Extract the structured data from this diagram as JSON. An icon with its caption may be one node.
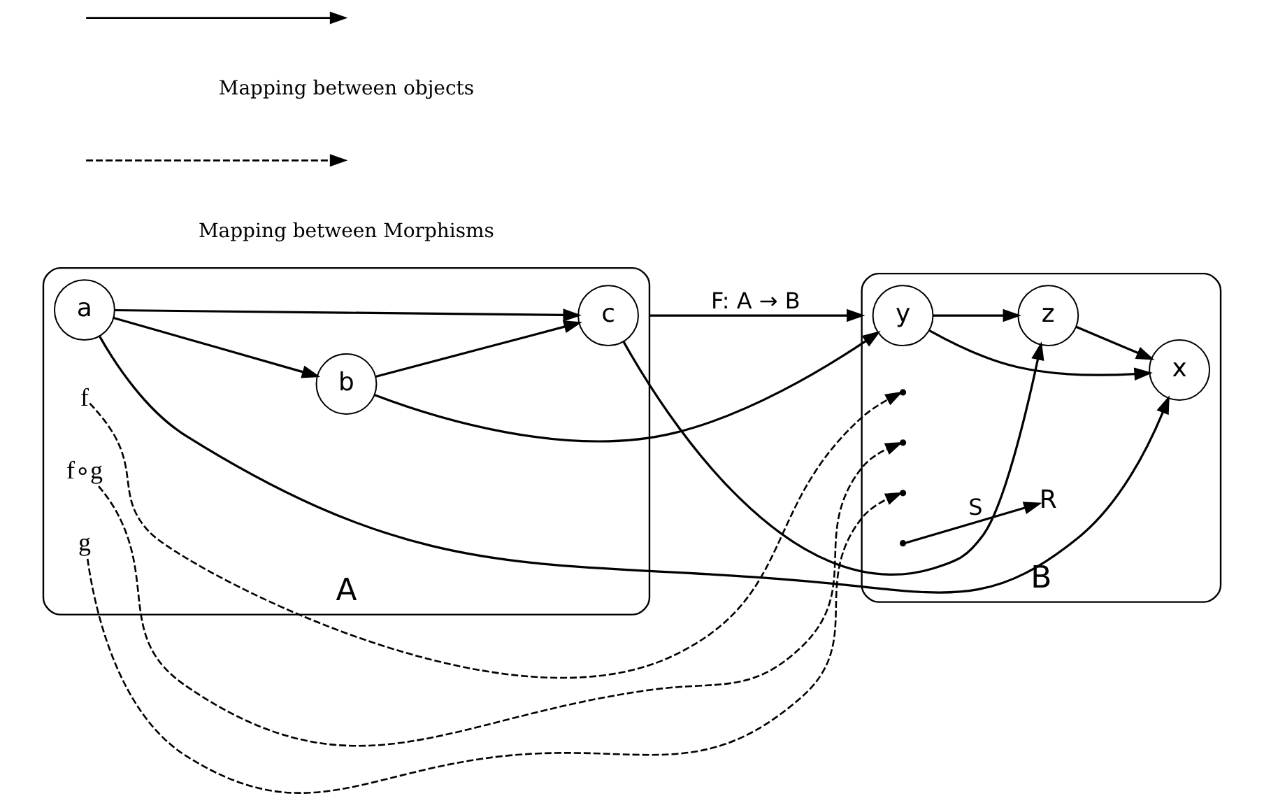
{
  "diagram": {
    "nodes": [
      {
        "text": [
          "A"
        ]
      },
      {
        "text": [
          "a"
        ],
        "in": 0
      },
      {
        "text": [
          "b"
        ],
        "in": 0
      },
      {
        "text": [
          "c"
        ],
        "in": 0
      },
      {
        "text": [
          "f"
        ],
        "in": 0
      },
      {
        "text": [
          "f∘g"
        ],
        "in": 0
      },
      {
        "text": [
          "g"
        ],
        "in": 0
      },
      {
        "text": [
          "B"
        ]
      },
      {
        "text": [
          "x"
        ],
        "in": 7
      },
      {
        "text": [
          "y"
        ],
        "in": 7
      },
      {
        "text": [
          "z"
        ],
        "in": 7
      },
      {
        "text": [
          "R"
        ],
        "in": 7
      }
    ],
    "edges": [
      {
        "from": 1,
        "to": 2,
        "arrow": "to"
      },
      {
        "from": 1,
        "to": 3,
        "arrow": "to"
      },
      {
        "from": 2,
        "to": 3,
        "arrow": "to"
      },
      {
        "from": 9,
        "to": 8,
        "arrow": "to"
      },
      {
        "from": 9,
        "to": 10,
        "arrow": "to"
      },
      {
        "from": 10,
        "to": 8,
        "arrow": "to"
      },
      {
        "from": 0,
        "to": 7,
        "arrow": "to",
        "label": "F: A → B"
      },
      {
        "from": 1,
        "to": 8,
        "arrow": "to"
      },
      {
        "from": 3,
        "to": 10,
        "arrow": "to"
      },
      {
        "from": 2,
        "to": 9,
        "arrow": "to"
      },
      {
        "from": 4,
        "to": null,
        "arrow": "to",
        "style": "dashed"
      },
      {
        "from": 5,
        "to": null,
        "arrow": "to",
        "style": "dashed"
      },
      {
        "from": 6,
        "to": null,
        "arrow": "to",
        "style": "dashed"
      },
      {
        "from": null,
        "to": 11,
        "arrow": "to",
        "label": "S"
      }
    ],
    "legend": [
      {
        "text": "Mapping between objects"
      },
      {
        "text": "Mapping between Morphisms"
      }
    ]
  }
}
